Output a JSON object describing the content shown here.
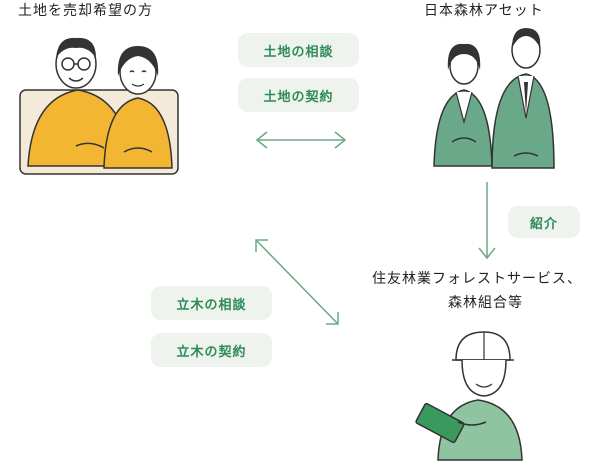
{
  "labels": {
    "seller": "土地を売却希望の方",
    "company": "日本森林アセット",
    "forestry": "住友林業フォレストサービス、",
    "forestry2": "森林組合等"
  },
  "pills": {
    "land_consult": "土地の相談",
    "land_contract": "土地の契約",
    "intro": "紹介",
    "timber_consult": "立木の相談",
    "timber_contract": "立木の契約"
  },
  "colors": {
    "accent": "#2f8a5a",
    "pill_bg": "#eef3ee",
    "arrow": "#6ba884",
    "shirt": "#f2b632",
    "suit": "#6aa88a",
    "work": "#8ec4a0"
  }
}
